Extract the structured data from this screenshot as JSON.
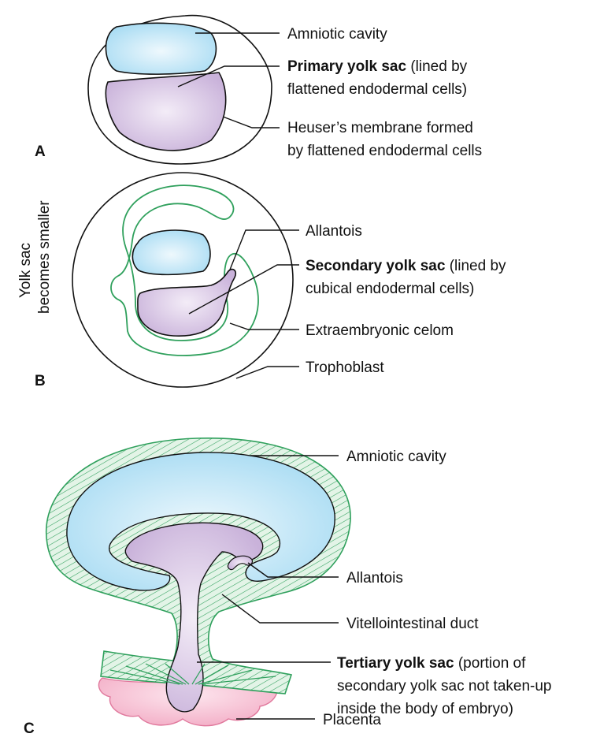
{
  "panels": {
    "a": {
      "letter": "A",
      "amniotic_cavity": "Amniotic cavity",
      "primary_yolk_sac_bold": "Primary yolk sac",
      "primary_yolk_sac_rest_1": " (lined by",
      "primary_yolk_sac_rest_2": "flattened endodermal cells)",
      "heuser_1": "Heuser’s membrane formed",
      "heuser_2": "by flattened endodermal cells"
    },
    "b": {
      "letter": "B",
      "side_label_1": "Yolk sac",
      "side_label_2": "becomes smaller",
      "allantois": "Allantois",
      "secondary_yolk_sac_bold": "Secondary yolk sac",
      "secondary_yolk_sac_rest_1": " (lined by",
      "secondary_yolk_sac_rest_2": "cubical endodermal cells)",
      "extraembryonic_celom": "Extraembryonic celom",
      "trophoblast": "Trophoblast"
    },
    "c": {
      "letter": "C",
      "amniotic_cavity": "Amniotic cavity",
      "allantois": "Allantois",
      "vitellointestinal_duct": "Vitellointestinal duct",
      "tertiary_yolk_sac_bold": "Tertiary yolk sac",
      "tertiary_yolk_sac_rest_1": " (portion of",
      "tertiary_yolk_sac_rest_2": "secondary yolk sac not taken-up",
      "tertiary_yolk_sac_rest_3": "inside the body of embryo)",
      "placenta": "Placenta"
    }
  },
  "colors": {
    "amnion_blue": "#c4e6f7",
    "yolk_purple": "#d7c6e2",
    "mesoderm_green": "#2fa05c",
    "mesoderm_fill": "#d9f0df",
    "placenta_pink": "#f6c0d2"
  }
}
